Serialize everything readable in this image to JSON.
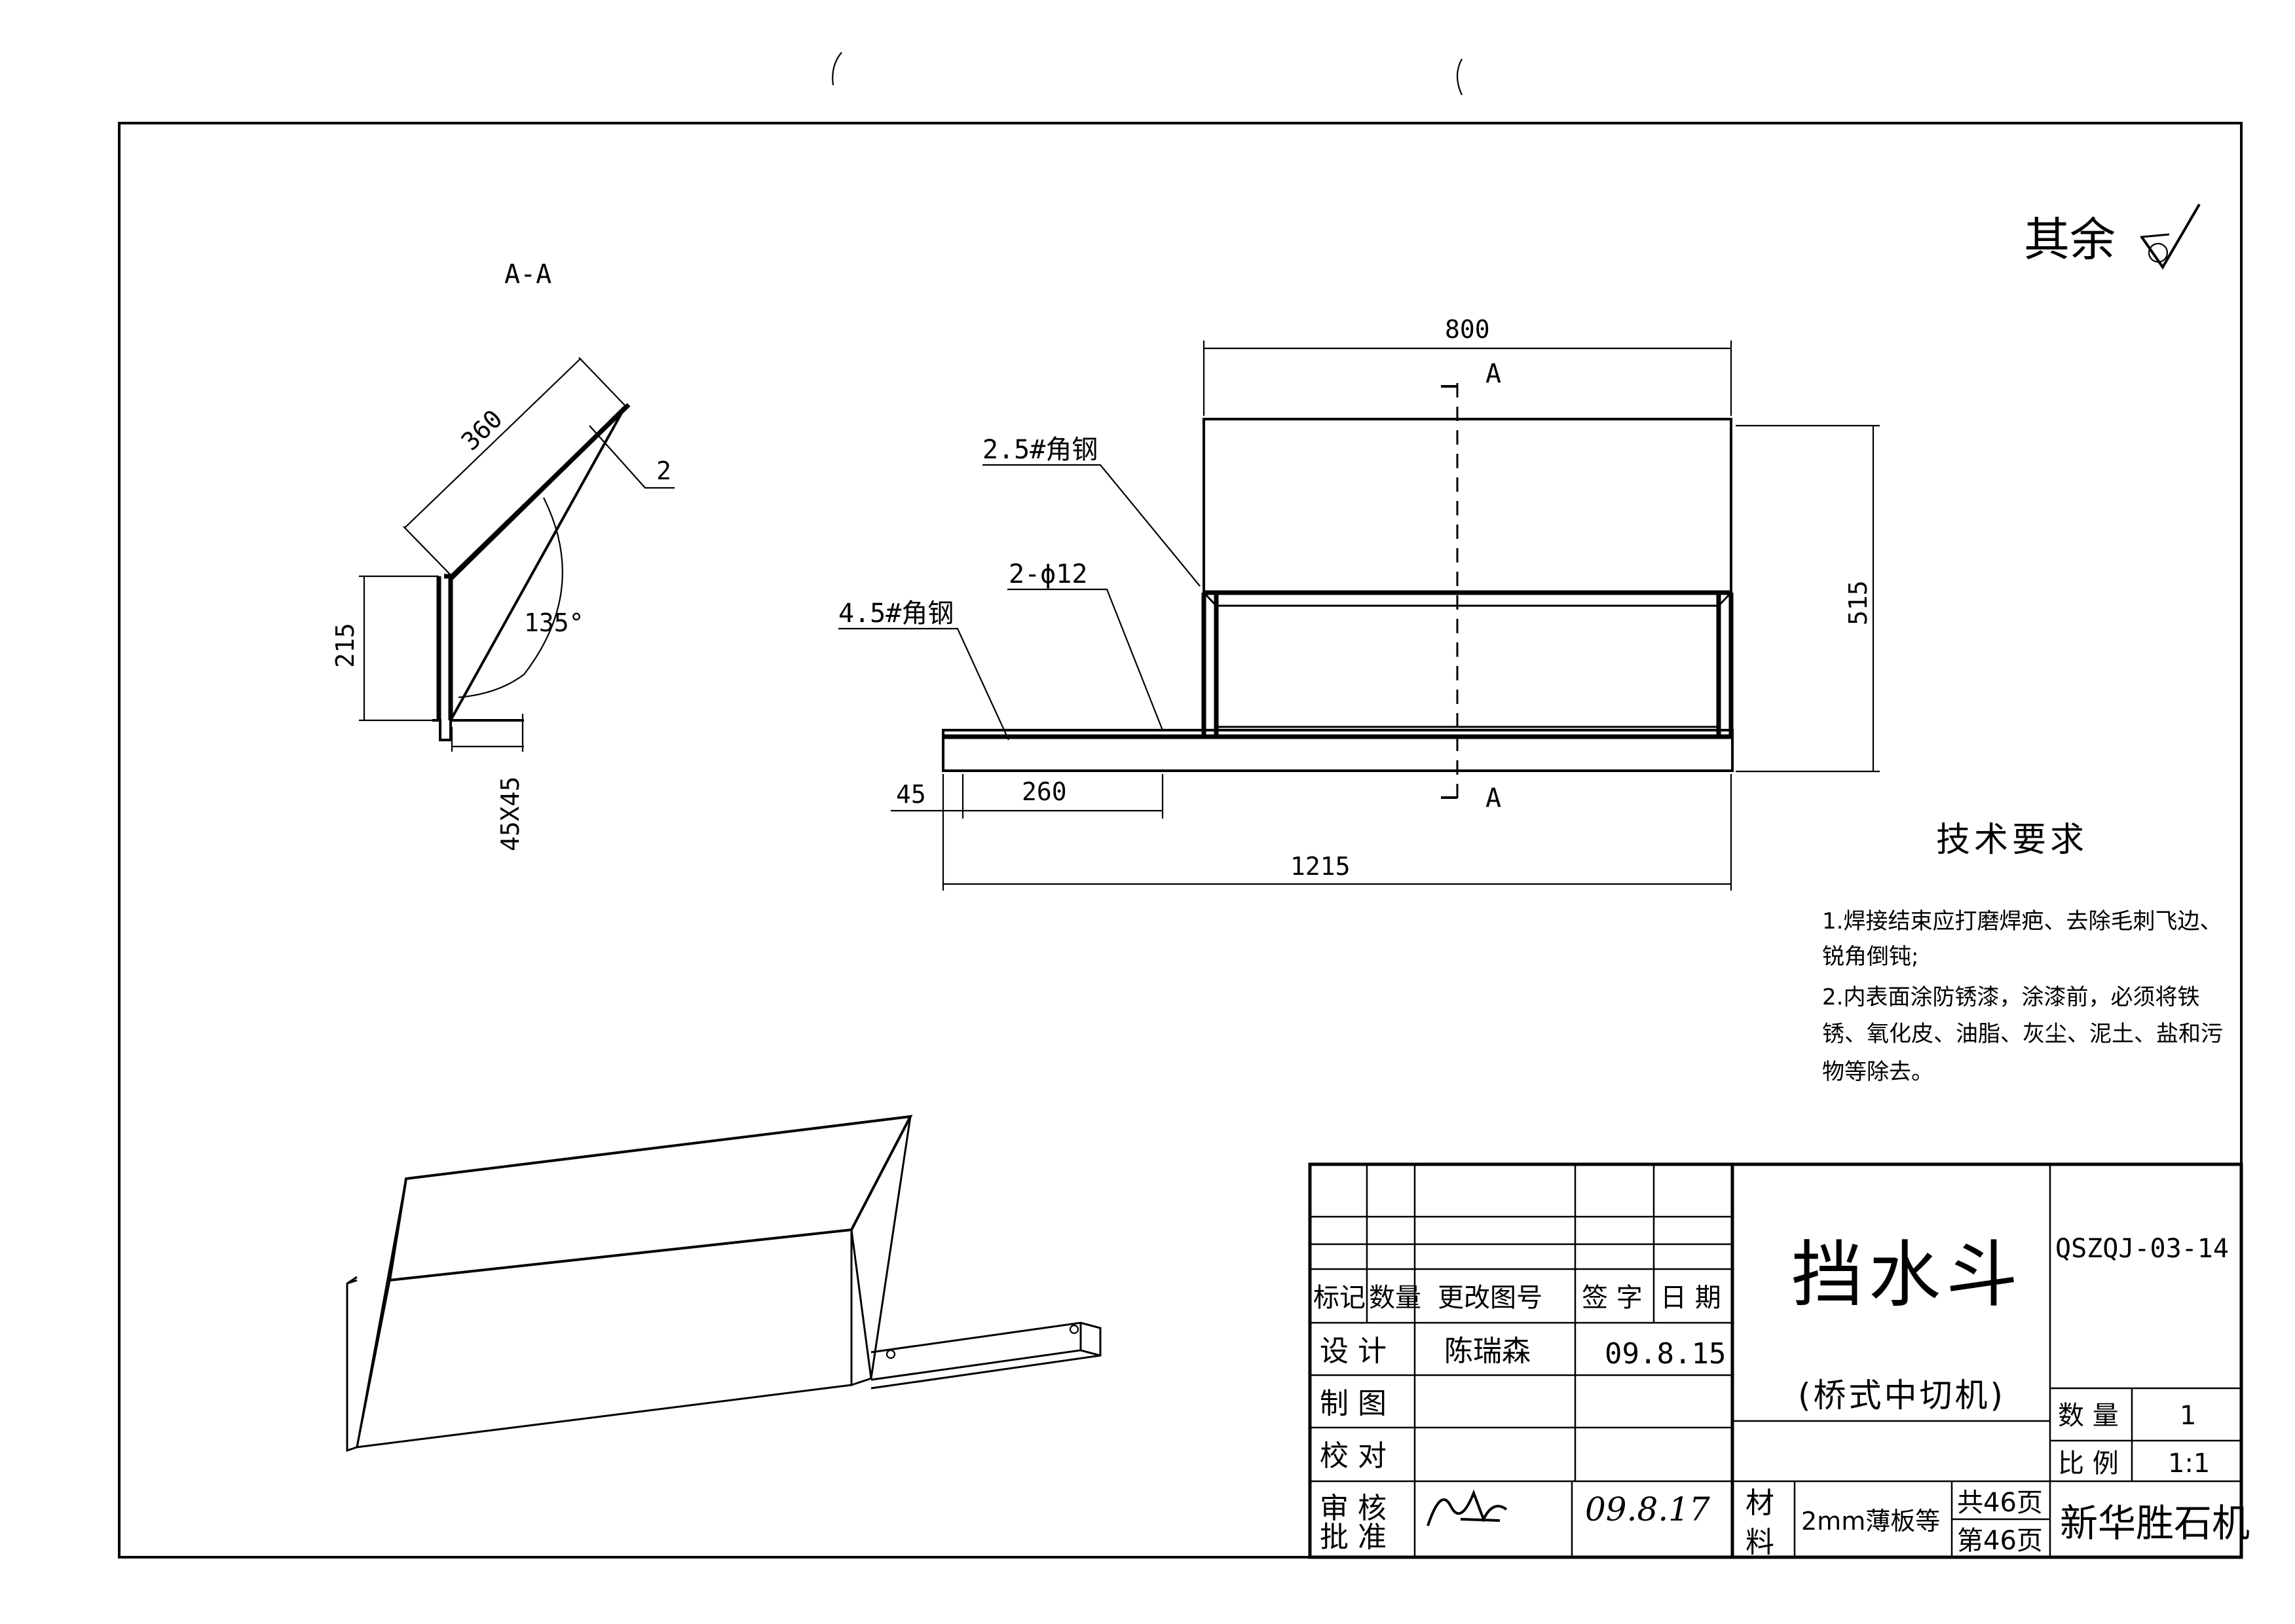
{
  "drawing": {
    "roughness": {
      "label": "其余"
    },
    "section_view": {
      "title": "A-A",
      "dims": {
        "slant": "360",
        "height": "215",
        "angle": "135°",
        "angle_steel": "45X45",
        "part_no": "2"
      }
    },
    "front_view": {
      "dims": {
        "width_top": "800",
        "height": "515",
        "total": "1215",
        "offset": "45",
        "hole_pos": "260"
      },
      "labels": {
        "angle_25": "2.5#角钢",
        "angle_45": "4.5#角钢",
        "holes": "2-ϕ12"
      },
      "section_mark": "A"
    },
    "tech_requirements": {
      "title": "技术要求",
      "lines": [
        "1.焊接结束应打磨焊疤、去除毛刺飞边、",
        "锐角倒钝;",
        "2.内表面涂防锈漆，涂漆前，必须将铁",
        "锈、氧化皮、油脂、灰尘、泥土、盐和污",
        "物等除去。"
      ]
    }
  },
  "title_block": {
    "headers": {
      "mark": "标记",
      "qty": "数量",
      "change_no": "更改图号",
      "sign": "签 字",
      "date": "日 期"
    },
    "rows": {
      "design": {
        "label": "设 计",
        "name": "陈瑞森",
        "date": "09.8.15"
      },
      "draw": {
        "label": "制 图"
      },
      "check": {
        "label": "校 对"
      },
      "review": {
        "label": "审 核",
        "date": "09.8.17"
      },
      "approve": {
        "label": "批 准"
      }
    },
    "part_name": "挡水斗",
    "sub_name": "(桥式中切机)",
    "drawing_no": "QSZQJ-03-14",
    "quantity": {
      "label": "数 量",
      "value": "1"
    },
    "scale": {
      "label": "比 例",
      "value": "1:1"
    },
    "material": {
      "label_1": "材",
      "label_2": "料",
      "value": "2mm薄板等"
    },
    "pages": {
      "total": "共46页",
      "current": "第46页"
    },
    "company": "新华胜石机"
  }
}
